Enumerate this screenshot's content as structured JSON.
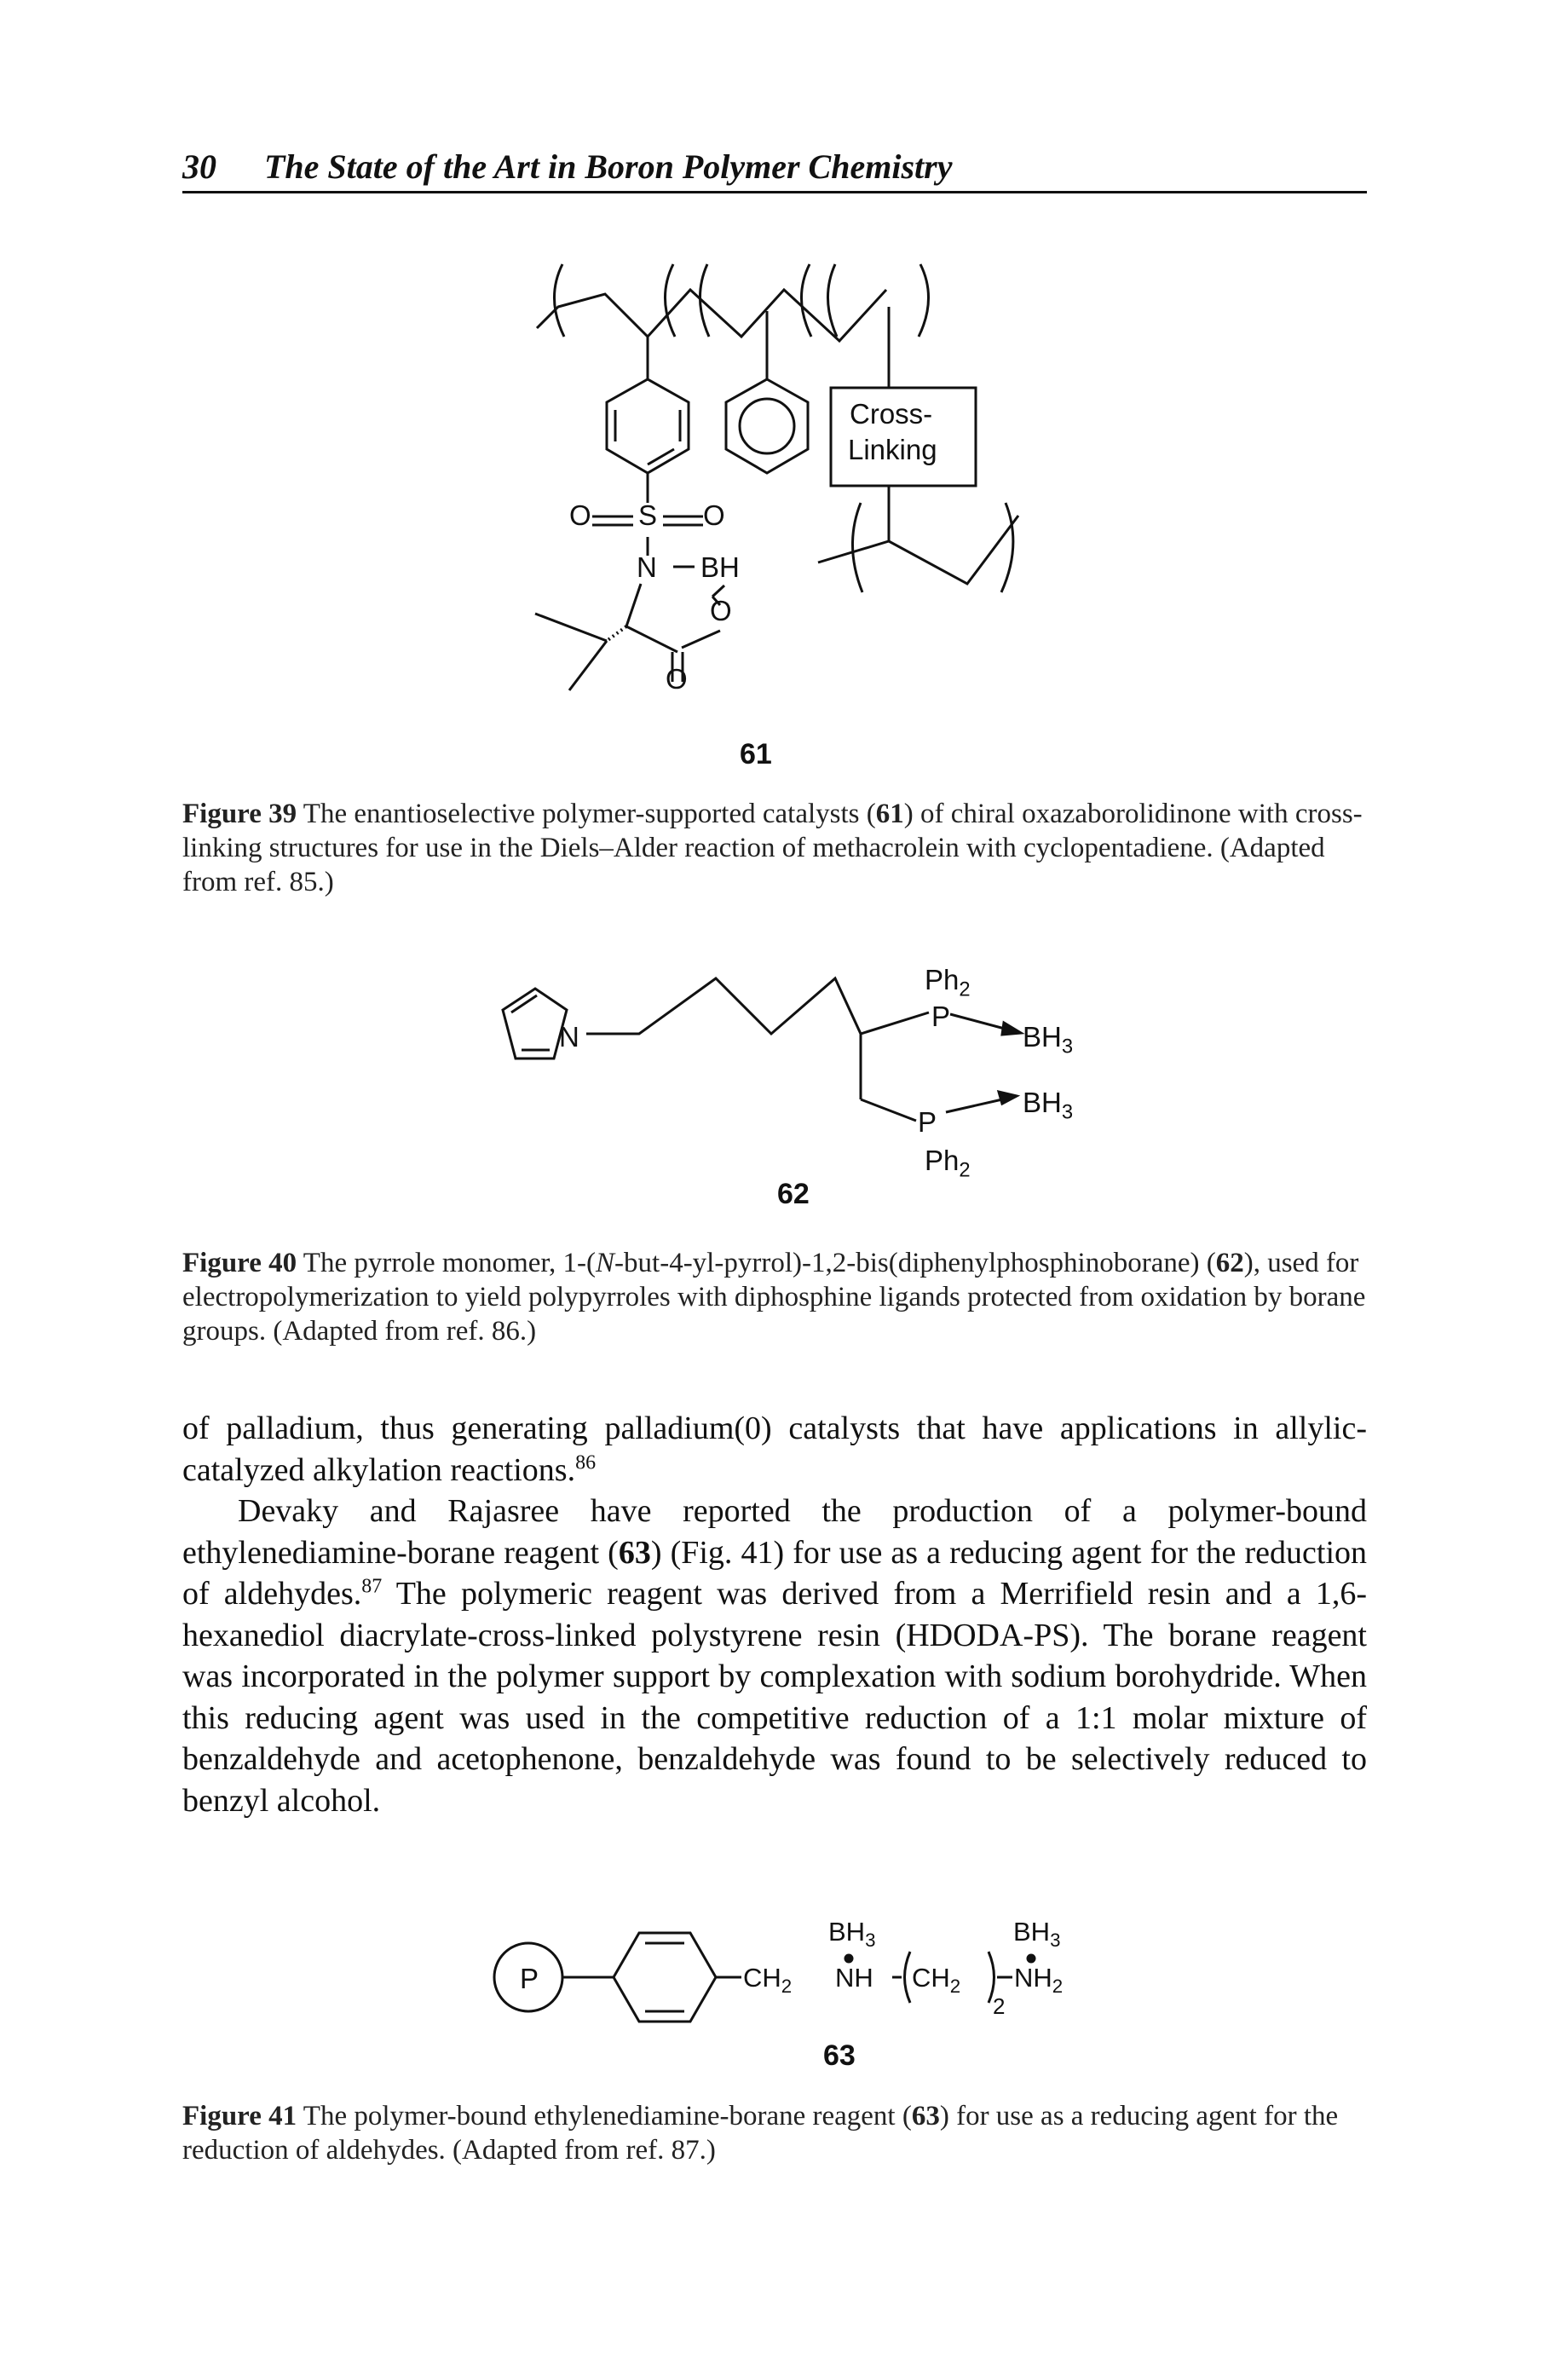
{
  "header": {
    "page_number": "30",
    "running_title": "The State of the Art in Boron Polymer Chemistry"
  },
  "fig39": {
    "compound_number": "61",
    "box_label_line1": "Cross-",
    "box_label_line2": "Linking",
    "atoms": {
      "o1": "O",
      "s": "S",
      "o2": "O",
      "n": "N",
      "bh": "BH",
      "o_ring": "O",
      "o_carbonyl": "O"
    },
    "caption_label": "Figure 39",
    "caption_text_a": "The enantioselective polymer-supported catalysts (",
    "caption_bold": "61",
    "caption_text_b": ") of chiral oxazaborolidinone with cross-linking structures for use in the Diels–Alder reaction of methacrolein with cyclopentadiene. (Adapted from ref. 85.)"
  },
  "fig40": {
    "compound_number": "62",
    "atoms": {
      "n": "N",
      "ph2_top": "Ph2",
      "p_top": "P",
      "bh3_top": "BH3",
      "p_bot": "P",
      "bh3_bot": "BH3",
      "ph2_bot": "Ph2"
    },
    "caption_label": "Figure 40",
    "caption_text_a": "The pyrrole monomer, 1-(",
    "caption_italic": "N",
    "caption_text_b": "-but-4-yl-pyrrol)-1,2-bis(diphenylphosphinoborane) (",
    "caption_bold": "62",
    "caption_text_c": "), used for electropolymerization to yield polypyrroles with diphosphine ligands protected from oxidation by borane groups. (Adapted from ref. 86.)"
  },
  "body": {
    "p1_text": "of palladium, thus generating palladium(0) catalysts that have applications in allylic-catalyzed alkylation reactions.",
    "p1_ref": "86",
    "p2_a": "Devaky and Rajasree have reported the production of a polymer-bound ethylenediamine-borane reagent (",
    "p2_bold": "63",
    "p2_b": ") (Fig. 41) for use as a reducing agent for the reduction of aldehydes.",
    "p2_ref": "87",
    "p2_c": " The polymeric reagent was derived from a Merrifield resin and a 1,6-hexanediol diacrylate-cross-linked polystyrene resin (HDODA-PS). The borane reagent was incorporated in the polymer support by complexation with sodium borohydride. When this reducing agent was used in the competitive reduction of a 1:1 molar mixture of benzaldehyde and acetophenone, benzaldehyde was found to be selectively reduced to benzyl alcohol."
  },
  "fig41": {
    "compound_number": "63",
    "atoms": {
      "p_circle": "P",
      "bh3_a": "BH3",
      "bh3_b": "BH3",
      "ch2": "CH2",
      "nh": "NH",
      "ch2_rep": "CH2",
      "subscript_n": "2",
      "nh2": "NH2"
    },
    "caption_label": "Figure 41",
    "caption_text_a": "The polymer-bound ethylenediamine-borane reagent (",
    "caption_bold": "63",
    "caption_text_b": ") for use as a reducing agent for the reduction of aldehydes. (Adapted from ref. 87.)"
  }
}
